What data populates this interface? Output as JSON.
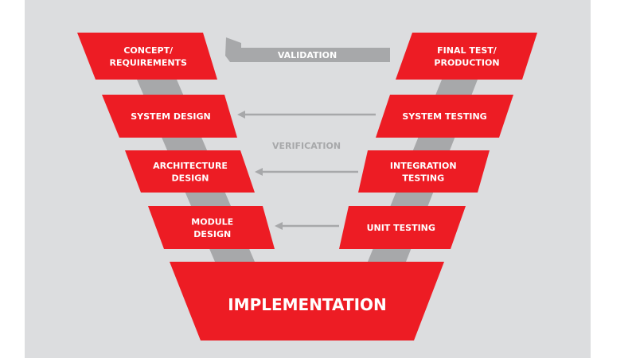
{
  "colors": {
    "box": "#ed1c24",
    "connector": "#a7a8aa",
    "background": "#dcdddf",
    "arrow": "#a7a8aa",
    "text_gray": "#a7a8aa"
  },
  "left": [
    {
      "lines": [
        "CONCEPT/",
        "REQUIREMENTS"
      ]
    },
    {
      "lines": [
        "SYSTEM DESIGN"
      ]
    },
    {
      "lines": [
        "ARCHITECTURE",
        "DESIGN"
      ]
    },
    {
      "lines": [
        "MODULE",
        "DESIGN"
      ]
    }
  ],
  "right": [
    {
      "lines": [
        "FINAL TEST/",
        "PRODUCTION"
      ]
    },
    {
      "lines": [
        "SYSTEM TESTING"
      ]
    },
    {
      "lines": [
        "INTEGRATION",
        "TESTING"
      ]
    },
    {
      "lines": [
        "UNIT TESTING"
      ]
    }
  ],
  "bottom": {
    "label": "IMPLEMENTATION"
  },
  "validation": {
    "label": "VALIDATION"
  },
  "verification": {
    "label": "VERIFICATION"
  }
}
